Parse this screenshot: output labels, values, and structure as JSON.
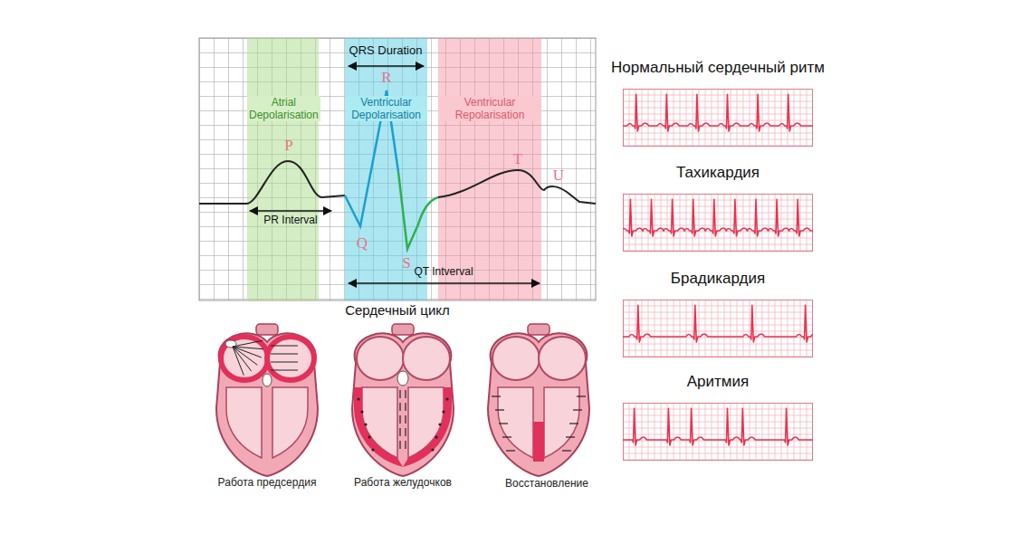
{
  "diagram": {
    "nodes": [
      {
        "text": [
          "Atrial Depolarisation"
        ]
      },
      {
        "text": [
          "Ventricular Depolarisation"
        ]
      },
      {
        "text": [
          "Ventricular Repolarisation"
        ]
      },
      {
        "text": [
          "Нормальный сердечный ритм"
        ]
      },
      {
        "text": [
          "Тахикардия"
        ]
      },
      {
        "text": [
          "Брадикардия"
        ]
      },
      {
        "text": [
          "Аритмия"
        ]
      }
    ],
    "labels": [
      "QRS Duration",
      "R",
      "P",
      "T",
      "U",
      "PR Interval",
      "Q",
      "S",
      "QT Intverval",
      "Сердечный цикл",
      "Работа предсердия",
      "Работа желудочков",
      "Восстановление"
    ]
  }
}
